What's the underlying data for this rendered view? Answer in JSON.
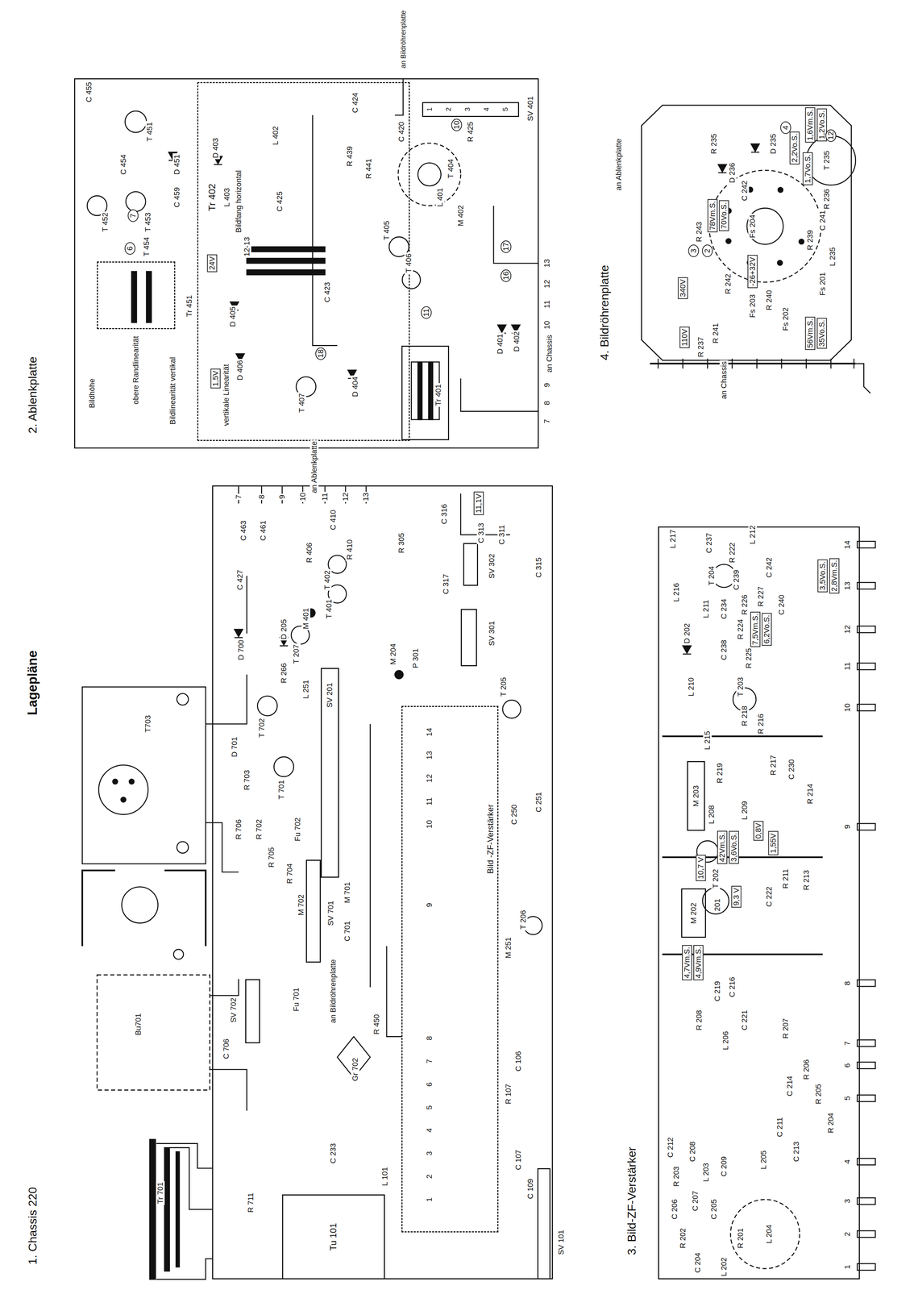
{
  "diagram": {
    "title": "Lagepläne",
    "nodes": [
      {
        "text": [
          "2. Ablenkplatte"
        ]
      },
      {
        "text": [
          "Tr 451"
        ],
        "in": 0
      },
      {
        "text": [
          "Tr 402"
        ],
        "in": 0
      },
      {
        "text": [
          "Tr 401"
        ],
        "in": 0
      },
      {
        "text": [
          "SV 401"
        ],
        "in": 0
      },
      {
        "text": [
          "4. Bildröhrenplatte"
        ]
      },
      {
        "text": [
          "1. Chassis 220"
        ]
      },
      {
        "text": [
          "Tu 101"
        ],
        "in": 6
      },
      {
        "text": [
          "Bild -ZF-Verstärker"
        ],
        "in": 6
      },
      {
        "text": [
          "SV 701"
        ],
        "in": 6
      },
      {
        "text": [
          "SV 702"
        ],
        "in": 6
      },
      {
        "text": [
          "SV 101"
        ],
        "in": 6
      },
      {
        "text": [
          "SV 201"
        ],
        "in": 6
      },
      {
        "text": [
          "SV 301"
        ],
        "in": 6
      },
      {
        "text": [
          "SV 302"
        ],
        "in": 6
      },
      {
        "text": [
          "3. Bild-ZF-Verstärker"
        ]
      },
      {
        "text": [
          "M 202"
        ],
        "in": 15
      },
      {
        "text": [
          "M 203"
        ],
        "in": 15
      }
    ],
    "labels": [
      "an Ablenkplatte",
      "7",
      "8",
      "9",
      "10",
      "11",
      "12",
      "13",
      "11,1V",
      "C 316",
      "C 313",
      "C 311",
      "C 315",
      "R 305",
      "C 317",
      "C 463",
      "C 461",
      "C 427",
      "C 410",
      "R 410",
      "R 406",
      "T 402",
      "T 401",
      "M 401",
      "D 205",
      "T 207",
      "L 251",
      "R 266",
      "D 700",
      "T 702",
      "D 701",
      "T 701",
      "R 703",
      "R 706",
      "R 702",
      "R 705",
      "Fu 702",
      "R 704",
      "M 702",
      "M 701",
      "C 701",
      "an Bildröhrenplatte",
      "Fu 701",
      "C 706",
      "R 711",
      "Gr 702",
      "R 450",
      "C 233",
      "L 101",
      "T 205",
      "C 250",
      "C 251",
      "M 251",
      "T 206",
      "R 107",
      "C 106",
      "C 107",
      "C 109",
      "M 204",
      "P 301",
      "14",
      "13",
      "12",
      "11",
      "10",
      "9",
      "8",
      "7",
      "6",
      "5",
      "4",
      "3",
      "2",
      "1",
      "Tr 701",
      "T703",
      "Bu701",
      "an Bildröhrenplatte",
      "an Chassis",
      "13",
      "12",
      "11",
      "10",
      "9",
      "8",
      "7",
      "T 451",
      "T 452",
      "T 453",
      "T 454",
      "6",
      "7",
      "D 451",
      "C 454",
      "C 455",
      "C 459",
      "obere Randlinearität",
      "Bildhöhe",
      "Bildlinearität vertikal",
      "L 403",
      "Bildfang horizontal",
      "D 403",
      "L 402",
      "C 425",
      "12-13",
      "D 405",
      "D 406",
      "vertikale Linearität",
      "T 407",
      "D 404",
      "C 423",
      "R 439",
      "R 441",
      "C 424",
      "C 420",
      "T 404",
      "L 401",
      "M 402",
      "T 405",
      "T 406",
      "R 425",
      "10",
      "11",
      "16",
      "17",
      "18",
      "D 401",
      "D 402",
      "24V",
      "1,5V",
      "1",
      "2",
      "3",
      "4",
      "5",
      "an Ablenkplatte",
      "an Chassis",
      "T 235",
      "D 235",
      "D 236",
      "R 235",
      "C 242",
      "R 236",
      "C 241",
      "R 239",
      "L 235",
      "Fs 201",
      "Fs 204",
      "R 243",
      "78Vm.S.",
      "70Vo.S.",
      "R 242",
      "-26+32V",
      "Fs 203",
      "R 240",
      "Fs 202",
      "R 241",
      "R 237",
      "340V",
      "110V",
      "56Vm.S.",
      "35Vo.S.",
      "1,6Vm.S.",
      "1,2Vo.S.",
      "2,2Vo.S.",
      "1,7Vo.S.",
      "4",
      "12",
      "3",
      "2",
      "L 202",
      "C 204",
      "R 202",
      "R 201",
      "C 205",
      "C 206",
      "C 207",
      "L 204",
      "R 203",
      "L 203",
      "C 208",
      "C 209",
      "C 212",
      "L 205",
      "C 211",
      "C 213",
      "201",
      "9,3 V",
      "42Vm.S.",
      "3,6Vo.S.",
      "L 206",
      "R 208",
      "C 219",
      "C 216",
      "C 221",
      "R 207",
      "R 206",
      "R 205",
      "R 204",
      "C 214",
      "4,7Vm.S.",
      "4,9Vm.S.",
      "10,7 V",
      "T 202",
      "L 208",
      "L 209",
      "0,8V",
      "1,55V",
      "R 211",
      "R 213",
      "R 214",
      "C 222",
      "C 230",
      "R 217",
      "R 219",
      "R 216",
      "R 218",
      "T 203",
      "L 210",
      "L 215",
      "R 225",
      "C 238",
      "R 224",
      "R 226",
      "C 234",
      "L 211",
      "D 202",
      "T 204",
      "L 216",
      "C 237",
      "L 217",
      "L 212",
      "R 222",
      "C 239",
      "C 242",
      "C 240",
      "R 227",
      "7,5Vm.S.",
      "6,2Vo.S.",
      "3,5Vo.S.",
      "2,8Vm.S.",
      "1",
      "2",
      "3",
      "4",
      "5",
      "6",
      "7",
      "8",
      "9",
      "10",
      "11",
      "12",
      "13",
      "14"
    ]
  }
}
